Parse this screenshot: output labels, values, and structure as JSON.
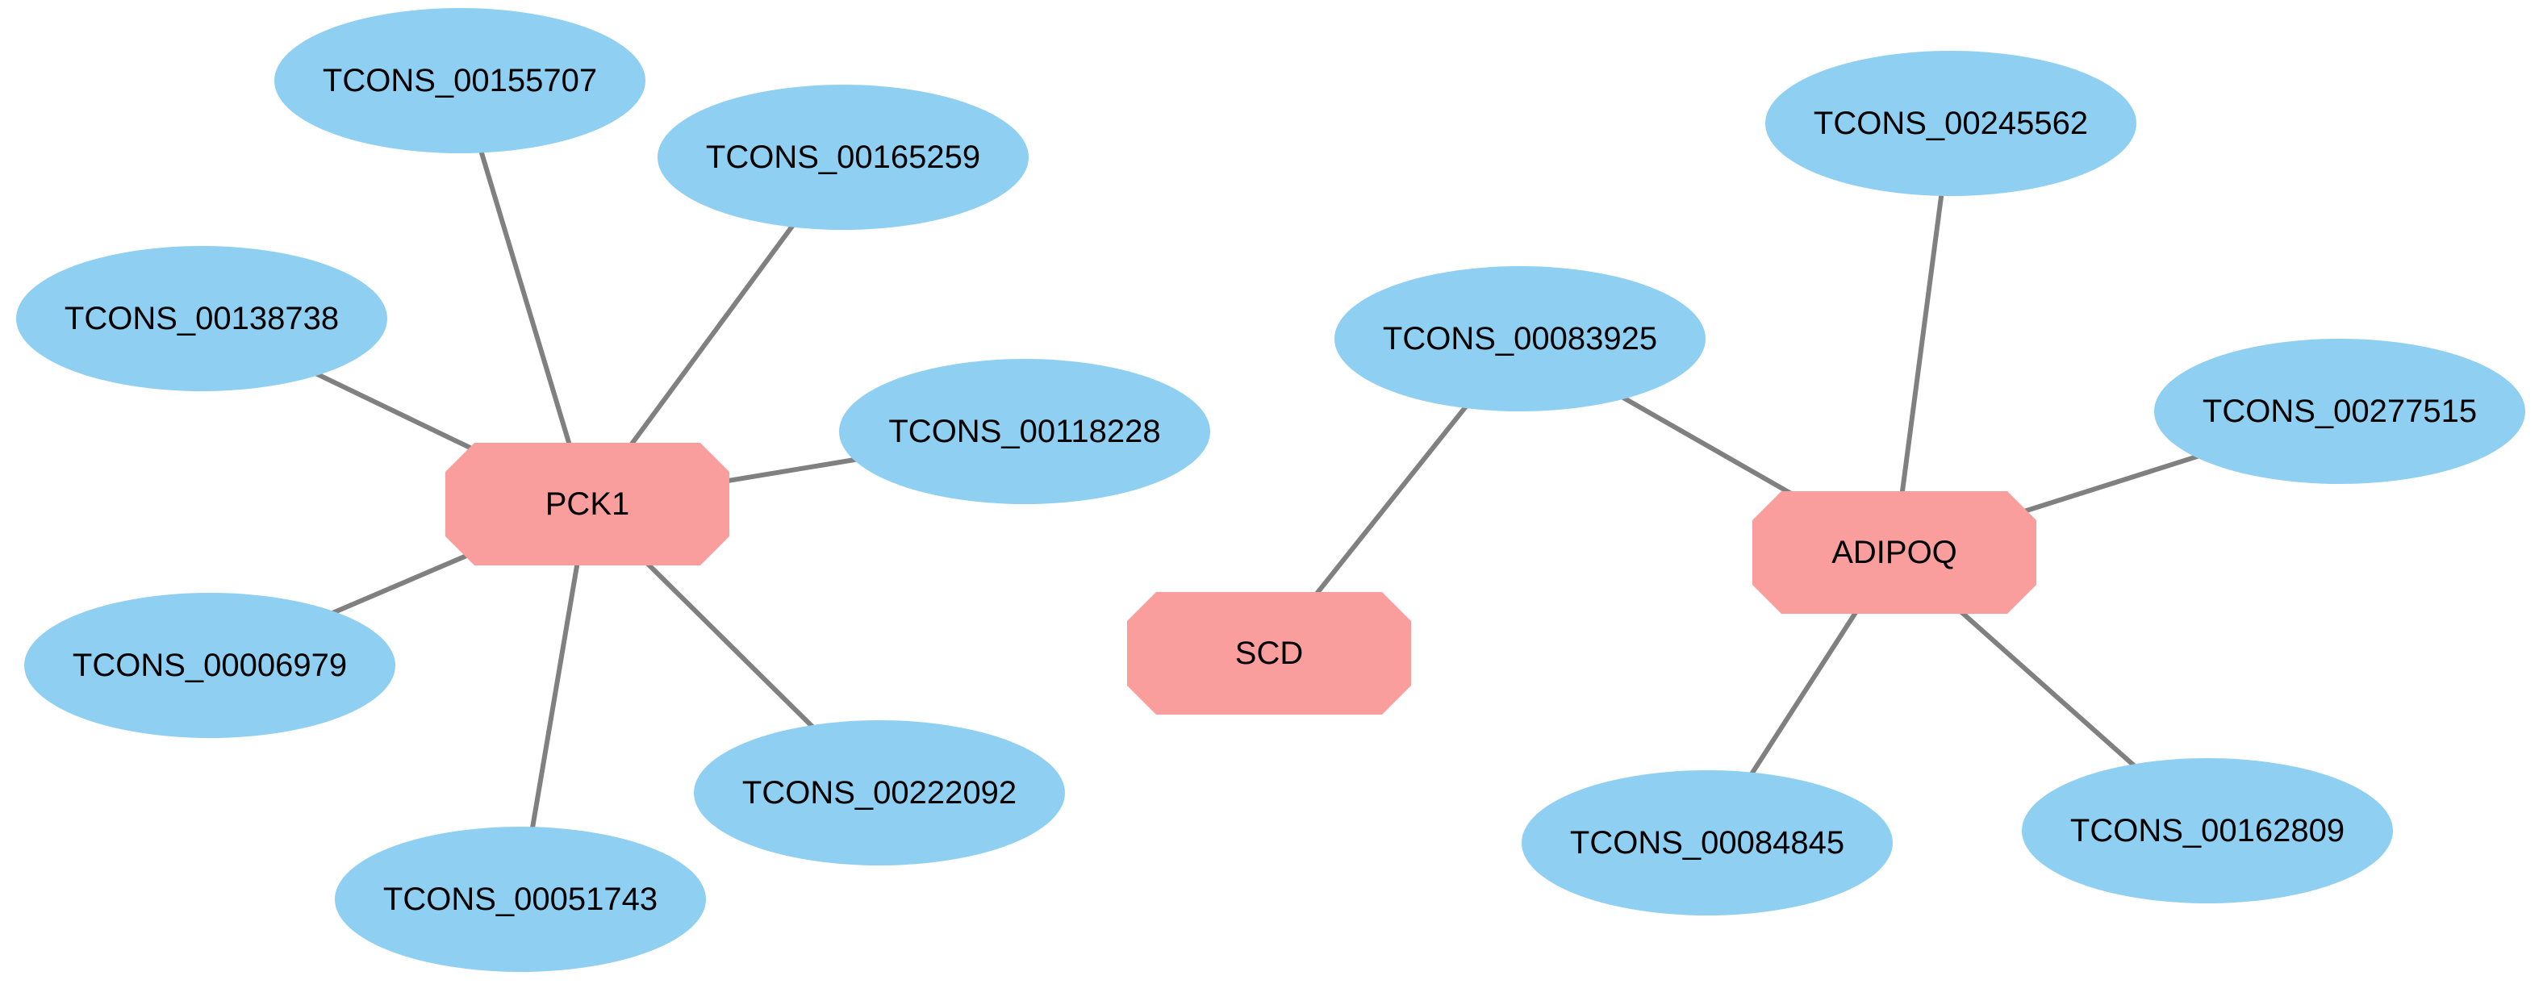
{
  "colors": {
    "gene_fill": "#F99D9D",
    "lncrna_fill": "#8ECFF2",
    "edge": "#808080",
    "label": "#000000"
  },
  "genes": [
    {
      "id": "PCK1",
      "label": "PCK1"
    },
    {
      "id": "SCD",
      "label": "SCD"
    },
    {
      "id": "ADIPOQ",
      "label": "ADIPOQ"
    }
  ],
  "lncrnas": [
    {
      "id": "TCONS_00155707",
      "label": "TCONS_00155707"
    },
    {
      "id": "TCONS_00165259",
      "label": "TCONS_00165259"
    },
    {
      "id": "TCONS_00138738",
      "label": "TCONS_00138738"
    },
    {
      "id": "TCONS_00118228",
      "label": "TCONS_00118228"
    },
    {
      "id": "TCONS_00006979",
      "label": "TCONS_00006979"
    },
    {
      "id": "TCONS_00222092",
      "label": "TCONS_00222092"
    },
    {
      "id": "TCONS_00051743",
      "label": "TCONS_00051743"
    },
    {
      "id": "TCONS_00245562",
      "label": "TCONS_00245562"
    },
    {
      "id": "TCONS_00083925",
      "label": "TCONS_00083925"
    },
    {
      "id": "TCONS_00277515",
      "label": "TCONS_00277515"
    },
    {
      "id": "TCONS_00084845",
      "label": "TCONS_00084845"
    },
    {
      "id": "TCONS_00162809",
      "label": "TCONS_00162809"
    }
  ],
  "edges": [
    {
      "source": "PCK1",
      "target": "TCONS_00155707"
    },
    {
      "source": "PCK1",
      "target": "TCONS_00165259"
    },
    {
      "source": "PCK1",
      "target": "TCONS_00138738"
    },
    {
      "source": "PCK1",
      "target": "TCONS_00118228"
    },
    {
      "source": "PCK1",
      "target": "TCONS_00006979"
    },
    {
      "source": "PCK1",
      "target": "TCONS_00222092"
    },
    {
      "source": "PCK1",
      "target": "TCONS_00051743"
    },
    {
      "source": "SCD",
      "target": "TCONS_00083925"
    },
    {
      "source": "ADIPOQ",
      "target": "TCONS_00083925"
    },
    {
      "source": "ADIPOQ",
      "target": "TCONS_00245562"
    },
    {
      "source": "ADIPOQ",
      "target": "TCONS_00277515"
    },
    {
      "source": "ADIPOQ",
      "target": "TCONS_00084845"
    },
    {
      "source": "ADIPOQ",
      "target": "TCONS_00162809"
    }
  ]
}
